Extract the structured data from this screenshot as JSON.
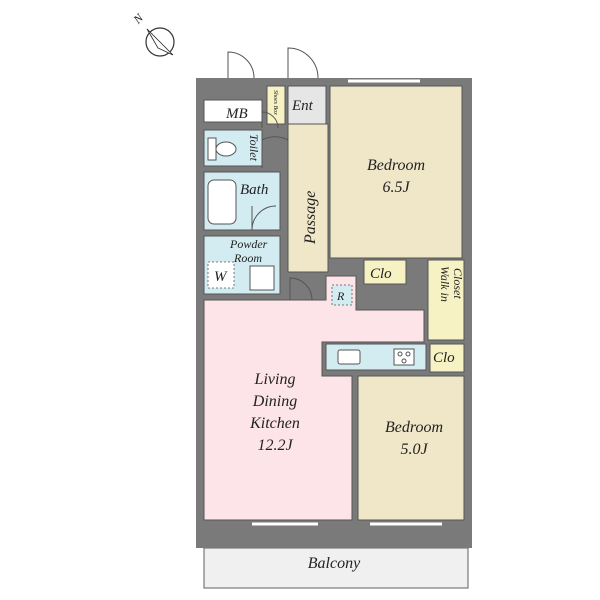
{
  "compass": {
    "label": "N"
  },
  "rooms": {
    "mb": "MB",
    "ent": "Ent",
    "shoes_box": "Shoes Box",
    "toilet": "Toilet",
    "bath": "Bath",
    "powder_room_line1": "Powder",
    "powder_room_line2": "Room",
    "washer": "W",
    "passage": "Passage",
    "bedroom1_name": "Bedroom",
    "bedroom1_size": "6.5J",
    "clo_upper": "Clo",
    "walk_in_closet_line1": "Walk in",
    "walk_in_closet_line2": "Closet",
    "refrigerator": "R",
    "clo_lower": "Clo",
    "ldk_line1": "Living",
    "ldk_line2": "Dining",
    "ldk_line3": "Kitchen",
    "ldk_size": "12.2J",
    "bedroom2_name": "Bedroom",
    "bedroom2_size": "5.0J",
    "balcony": "Balcony"
  },
  "colors": {
    "bedroom": "#f0e6c8",
    "ldk": "#fce4e8",
    "wet": "#d2ecf2",
    "walkin": "#f6f2c4",
    "entrance": "#e6e6e6",
    "wall": "#7a7a7a",
    "balcony": "#f0f0f0"
  }
}
